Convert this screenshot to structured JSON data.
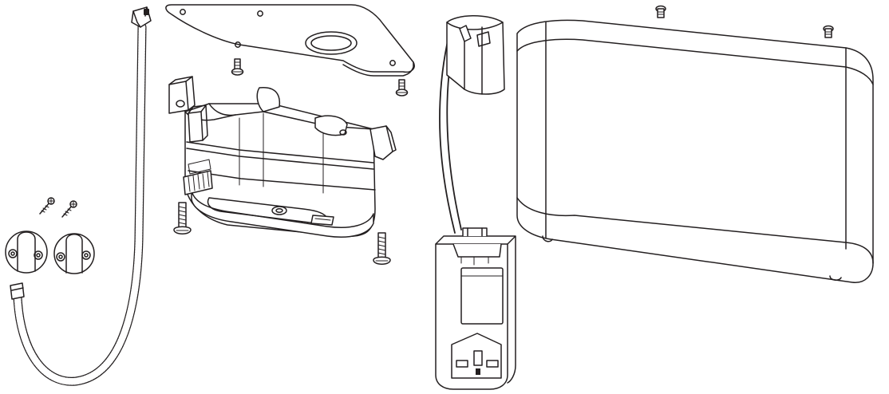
{
  "diagram": {
    "style": "exploded-view line drawing",
    "colors": {
      "line": "#231f20",
      "background": "#ffffff"
    },
    "parts": [
      "flexible-drain-hose",
      "wall-mounting-plate",
      "condensate-pump-body",
      "pump-cover",
      "plug-in-power-supply",
      "power-lead-with-sleeve",
      "hose-clip-left",
      "hose-clip-right",
      "wall-screws",
      "plate-screws",
      "body-fixing-screws",
      "cover-screws"
    ]
  }
}
